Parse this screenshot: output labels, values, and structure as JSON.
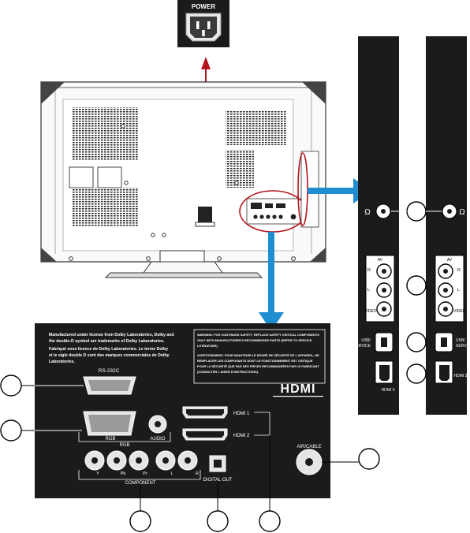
{
  "power": {
    "label": "POWER"
  },
  "legal": {
    "dolby_en": [
      "Manufactured under license from Dolby Laboratories, Dolby and",
      "the double-D symbol are trademarks of Dolby Laboratories."
    ],
    "dolby_fr": [
      "Fabriqué sous licence de Dolby Laboratories. Le terme Dolby",
      "et le sigle double D sont des marques commerciales de Dolby",
      "Laboratories."
    ],
    "warning_en": [
      "WARNING: FOR CONTINUED SAFETY, REPLACE SAFETY CRITICAL COMPONENTS",
      "ONLY WITH MANUFACTURER'S RECOMMENDED PARTS (REFER TO SERVICE",
      "LITERATURE)."
    ],
    "warning_fr": [
      "AVERTISSEMENT: POUR MAINTENIR LE DEGRÉ DE SÉCURITÉ DE L'APPAREIL, NE",
      "REMPLACER LES COMPOSANTS DONT LE FONCTIONNEMENT EST CRITIQUE",
      "POUR LA SÉCURITÉ QUE PAR DES PIÈCES RECOMMANDÉES PAR LE FABRICANT",
      "(CONSULTER L'AHIER D'INSTRUCTIONS)."
    ]
  },
  "ports": {
    "rs232c": "RS-232C",
    "rgb": "RGB",
    "audio": "AUDIO",
    "rgb_group": "RGB",
    "component": "COMPONENT",
    "y": "Y",
    "pb": "Pb",
    "pr": "Pr",
    "l": "L",
    "r": "R",
    "digital_out": "DIGITAL OUT",
    "hdmi1": "HDMI 1",
    "hdmi2": "HDMI 2",
    "air_cable": "AIR/CABLE",
    "hdmi_logo": "HDMI"
  },
  "side_panel": {
    "av": "AV",
    "r": "R",
    "l": "L",
    "video": "VIDEO",
    "usb_service": [
      "USB/",
      "SERVICE"
    ],
    "hdmi3": "HDMI 3"
  }
}
